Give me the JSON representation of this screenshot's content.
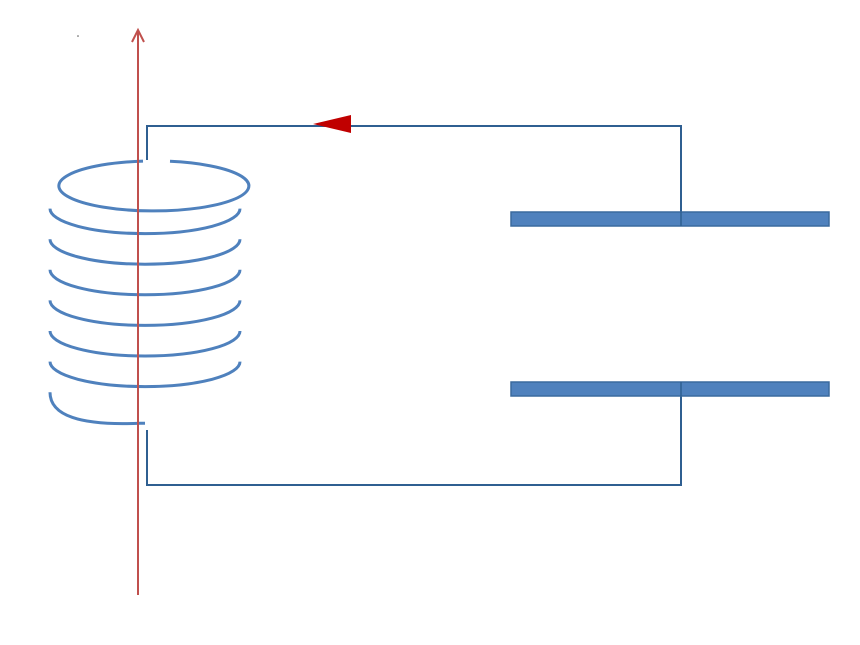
{
  "diagram": {
    "type": "LC circuit",
    "components": {
      "inductor": {
        "icon": "coil-icon",
        "turns": 8,
        "color": "#4f81bd"
      },
      "capacitor": {
        "icon": "parallel-plate-capacitor-icon",
        "plates": 2,
        "plate_fill": "#4f81bd",
        "plate_stroke": "#3a6a9e"
      },
      "wire": {
        "color": "#2f5f91"
      },
      "current_arrow": {
        "direction": "left",
        "color": "#c00000"
      },
      "field_axis": {
        "direction": "up",
        "color": "#c0504d"
      }
    }
  }
}
